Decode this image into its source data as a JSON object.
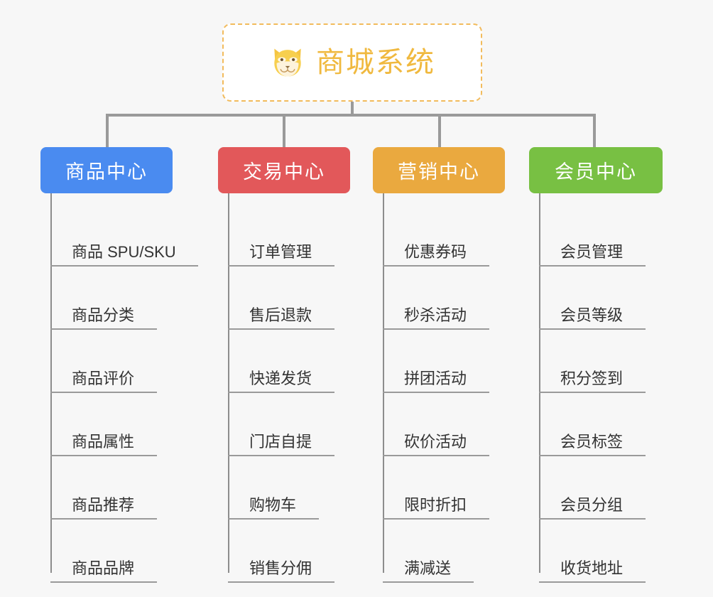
{
  "page": {
    "background_color": "#f7f7f7",
    "type": "mind-map"
  },
  "root": {
    "title": "商城系统",
    "icon": "shiba-dog-face-emoji",
    "text_color": "#f0b93f",
    "border_color": "#f2bb5c",
    "background_color": "#ffffff"
  },
  "connector": {
    "color": "#9a9a9a"
  },
  "branches": [
    {
      "title": "商品中心",
      "color": "#4a8bf0",
      "items": [
        "商品 SPU/SKU",
        "商品分类",
        "商品评价",
        "商品属性",
        "商品推荐",
        "商品品牌"
      ]
    },
    {
      "title": "交易中心",
      "color": "#e2585a",
      "items": [
        "订单管理",
        "售后退款",
        "快递发货",
        "门店自提",
        "购物车",
        "销售分佣"
      ]
    },
    {
      "title": "营销中心",
      "color": "#eaa93f",
      "items": [
        "优惠券码",
        "秒杀活动",
        "拼团活动",
        "砍价活动",
        "限时折扣",
        "满减送"
      ]
    },
    {
      "title": "会员中心",
      "color": "#78c043",
      "items": [
        "会员管理",
        "会员等级",
        "积分签到",
        "会员标签",
        "会员分组",
        "收货地址"
      ]
    }
  ]
}
